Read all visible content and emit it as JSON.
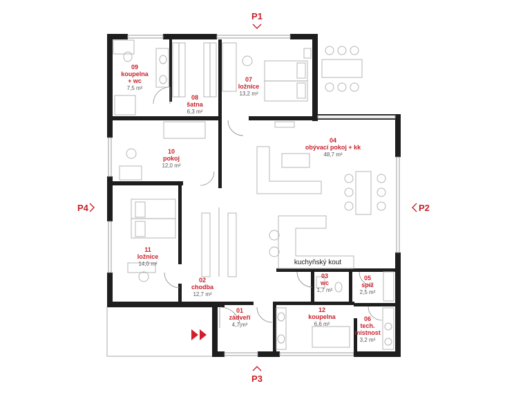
{
  "views": {
    "p1": "P1",
    "p2": "P2",
    "p3": "P3",
    "p4": "P4"
  },
  "rooms": [
    {
      "id": "01",
      "name": "zádveří",
      "area": "4,7 m²"
    },
    {
      "id": "02",
      "name": "chodba",
      "area": "12,7 m²"
    },
    {
      "id": "03",
      "name": "wc",
      "area": "1,7 m²"
    },
    {
      "id": "04",
      "name": "obývací pokoj + kk",
      "area": "48,7 m²"
    },
    {
      "id": "05",
      "name": "spíž",
      "area": "2,5 m²"
    },
    {
      "id": "06",
      "name": "tech. místnost",
      "name_line1": "tech.",
      "name_line2": "místnost",
      "area": "3,2 m²"
    },
    {
      "id": "07",
      "name": "ložnice",
      "area": "13,2 m²"
    },
    {
      "id": "08",
      "name": "šatna",
      "area": "6,3 m²"
    },
    {
      "id": "09",
      "name": "koupelna + wc",
      "name_line1": "koupelna",
      "name_line2": "+ wc",
      "area": "7,5 m²"
    },
    {
      "id": "10",
      "name": "pokoj",
      "area": "12,0 m²"
    },
    {
      "id": "11",
      "name": "ložnice",
      "area": "14,0 m²"
    },
    {
      "id": "12",
      "name": "koupelna",
      "area": "6,6 m²"
    }
  ],
  "labels": {
    "kitchen": "kuchyňský kout"
  },
  "colors": {
    "accent": "#c8202a",
    "wall": "#1e1e1e",
    "furniture": "#b4b4b4"
  },
  "icons": {
    "entrance": "double-chevron-right-icon",
    "view_marker": "chevron-icon"
  }
}
